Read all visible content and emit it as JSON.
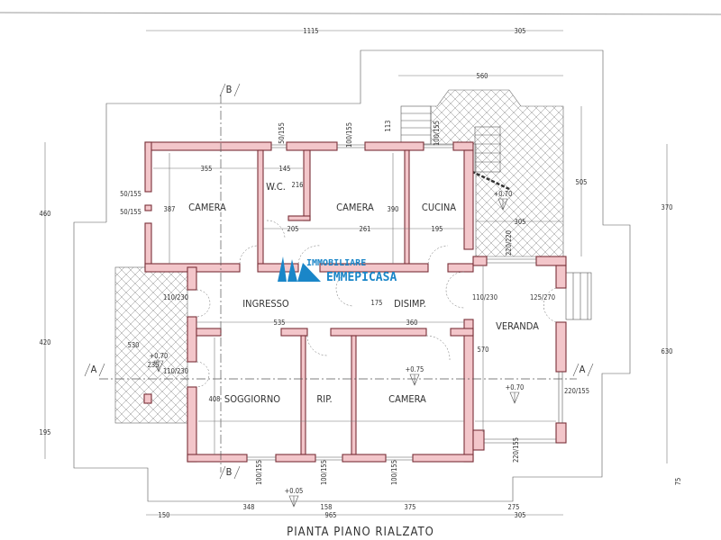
{
  "title": "PIANTA PIANO RIALZATO",
  "logo": {
    "line1": "IMMOBILIARE",
    "line2": "EMMEPICASA",
    "color": "#1a86c8"
  },
  "rooms": [
    "CAMERA",
    "W.C.",
    "CAMERA",
    "CUCINA",
    "INGRESSO",
    "DISIMP.",
    "VERANDA",
    "SOGGIORNO",
    "RIP.",
    "CAMERA"
  ],
  "dimensions": [
    "1115",
    "305",
    "560",
    "355",
    "145",
    "216",
    "387",
    "390",
    "205",
    "261",
    "195",
    "305",
    "505",
    "370",
    "460",
    "420",
    "195",
    "630",
    "75",
    "535",
    "175",
    "360",
    "235",
    "530",
    "570",
    "408",
    "348",
    "158",
    "375",
    "275",
    "150",
    "965",
    "305",
    "113"
  ],
  "openings": [
    "50/155",
    "50/155",
    "50/155",
    "100/155",
    "100/155",
    "110/230",
    "110/230",
    "110/230",
    "125/270",
    "220/155",
    "220/155",
    "100/155",
    "100/155",
    "100/155",
    "220/220"
  ],
  "elevations": [
    "+0.70",
    "+0.70",
    "+0.75",
    "+0.70",
    "+0.05"
  ],
  "section_marks": [
    "A",
    "A",
    "B",
    "B"
  ],
  "colors": {
    "wall_fill": "#f3c6ca",
    "wall_stroke": "#7a3038"
  }
}
